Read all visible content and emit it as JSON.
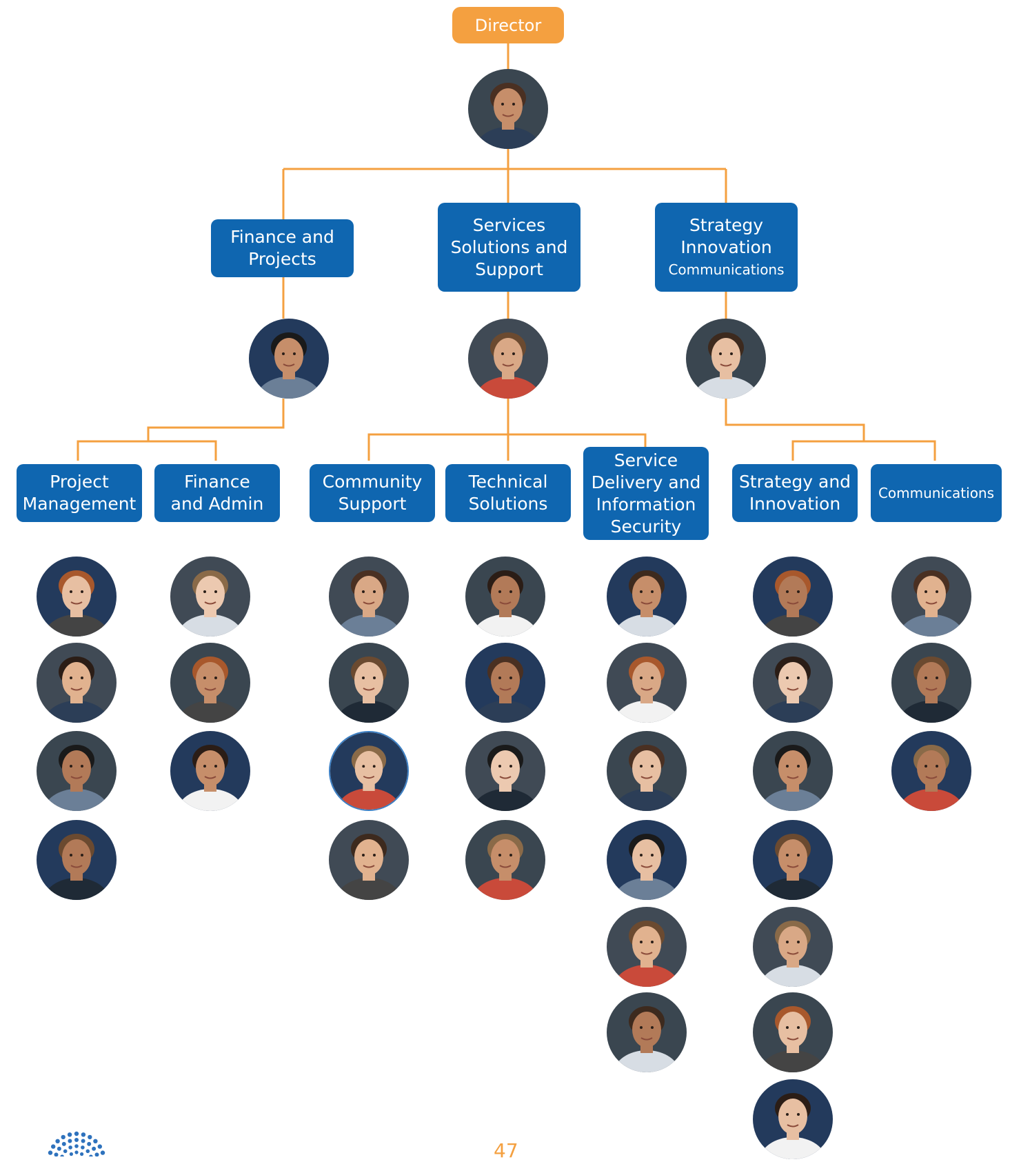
{
  "colors": {
    "connector": "#f4a040",
    "director_box": "#f4a040",
    "unit_box": "#0f66b0",
    "box_text": "#ffffff",
    "page_number": "#f4a040",
    "logo_dots": "#2e72bd"
  },
  "director": {
    "label": "Director",
    "photo": "portrait"
  },
  "divisions": [
    {
      "id": "finance-and-projects",
      "lines": [
        "Finance and",
        "Projects"
      ],
      "head_photo": "portrait",
      "teams": [
        {
          "id": "project-management",
          "lines": [
            "Project",
            "Management"
          ],
          "member_count": 4
        },
        {
          "id": "finance-and-admin",
          "lines": [
            "Finance",
            "and Admin"
          ],
          "member_count": 3
        }
      ]
    },
    {
      "id": "services-solutions-and-support",
      "lines": [
        "Services",
        "Solutions and",
        "Support"
      ],
      "head_photo": "portrait",
      "teams": [
        {
          "id": "community-support",
          "lines": [
            "Community",
            "Support"
          ],
          "member_count": 4
        },
        {
          "id": "technical-solutions",
          "lines": [
            "Technical",
            "Solutions"
          ],
          "member_count": 4
        },
        {
          "id": "service-delivery-and-information-security",
          "lines": [
            "Service",
            "Delivery and",
            "Information",
            "Security"
          ],
          "member_count": 6
        }
      ]
    },
    {
      "id": "strategy-innovation-communications",
      "lines": [
        "Strategy",
        "Innovation"
      ],
      "small_line": "Communications",
      "head_photo": "portrait",
      "teams": [
        {
          "id": "strategy-and-innovation",
          "lines": [
            "Strategy and",
            "Innovation"
          ],
          "member_count": 7
        },
        {
          "id": "communications",
          "lines": [
            "Communications"
          ],
          "member_count": 3
        }
      ]
    }
  ],
  "footer": {
    "page_number": "47",
    "logo": "dotted-arc-logo"
  }
}
